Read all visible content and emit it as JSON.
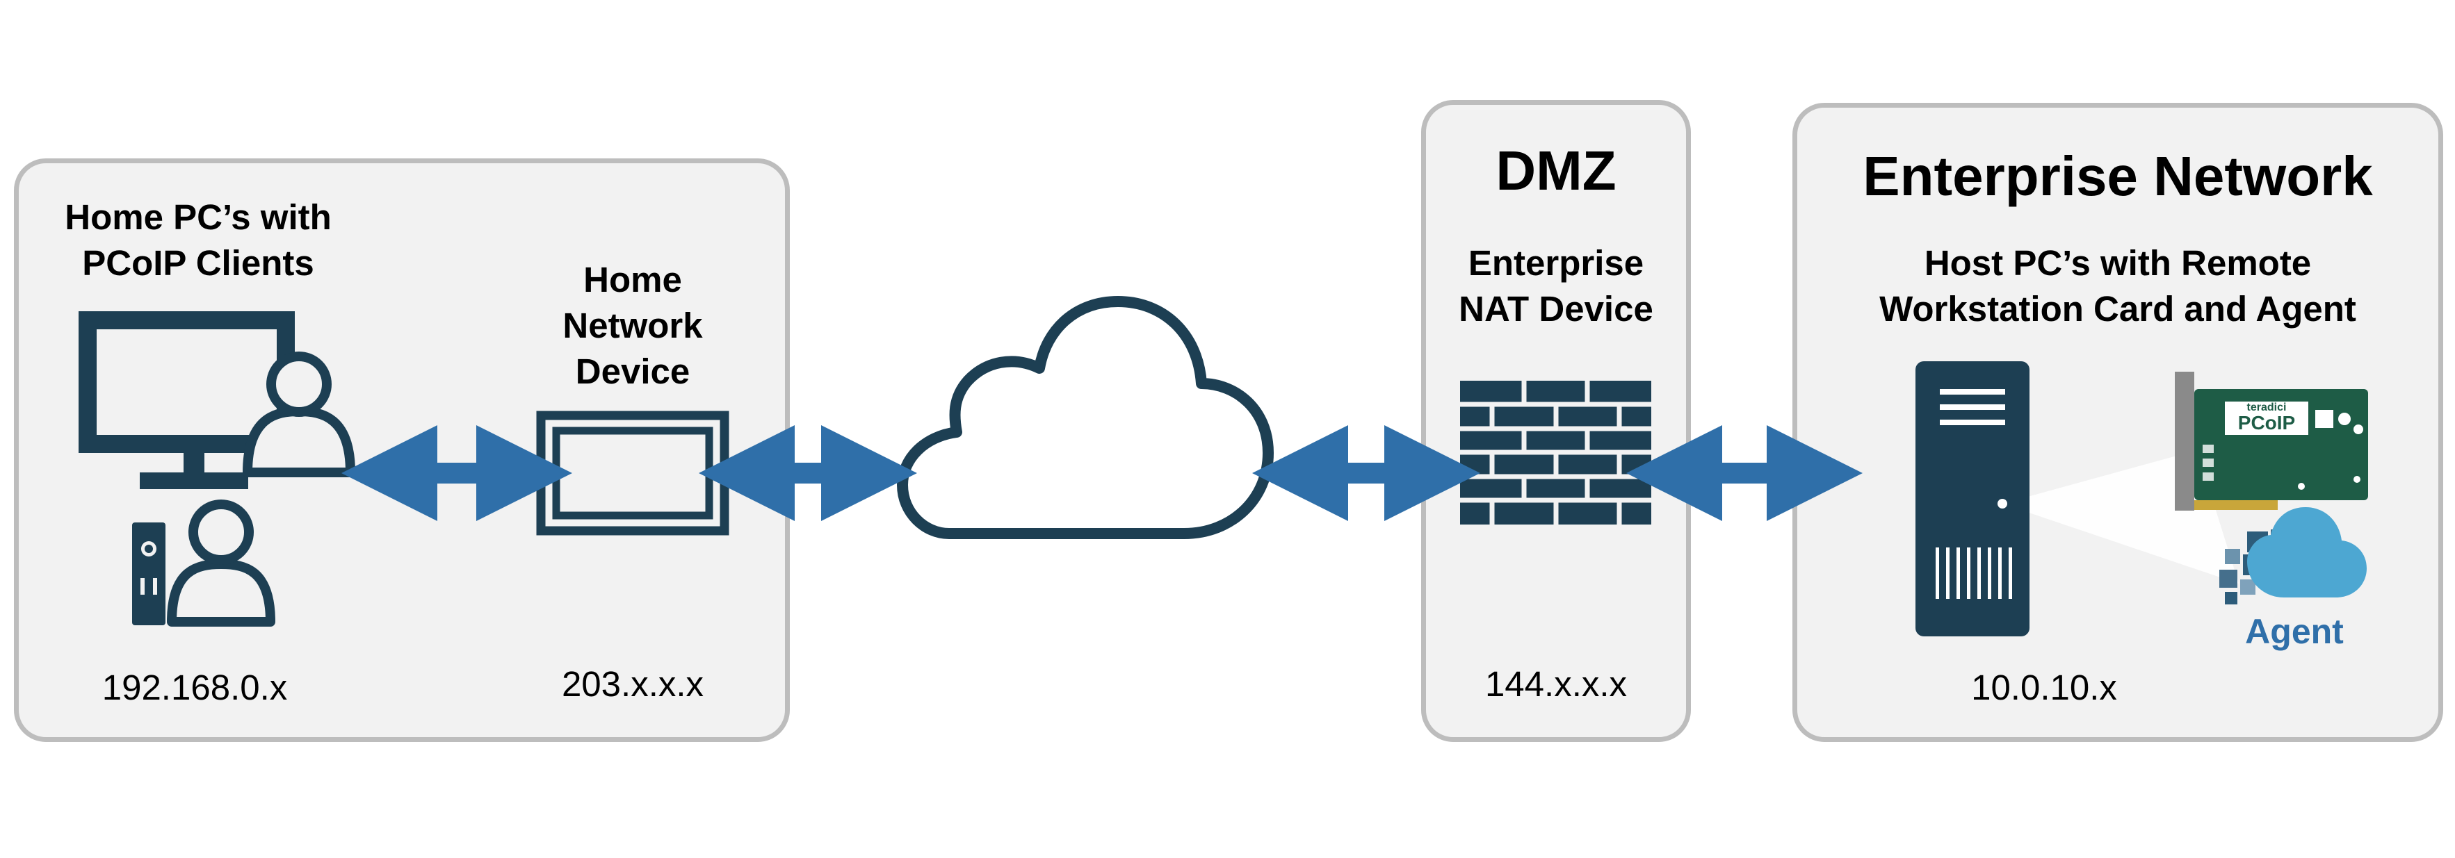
{
  "colors": {
    "panel_fill": "#f2f2f2",
    "panel_border": "#bdbdbd",
    "icon_dark": "#1d3f53",
    "arrow_blue": "#2f6fa9",
    "agent_blue": "#2f6fa9",
    "card_green": "#1e5c46"
  },
  "home": {
    "title": "Home PC’s with\nPCoIP Clients",
    "ip": "192.168.0.x",
    "icons": [
      "monitor-icon",
      "user-icon",
      "desktop-tower-icon",
      "user-icon"
    ]
  },
  "home_network": {
    "title": "Home\nNetwork\nDevice",
    "ip": "203.x.x.x",
    "icon": "router-icon"
  },
  "internet": {
    "icon": "cloud-icon"
  },
  "dmz": {
    "heading": "DMZ",
    "title": "Enterprise\nNAT Device",
    "ip": "144.x.x.x",
    "icon": "firewall-icon"
  },
  "enterprise": {
    "heading": "Enterprise Network",
    "title": "Host PC’s with Remote\nWorkstation Card and Agent",
    "ip": "10.0.10.x",
    "card_brand": "teradici",
    "card_label": "PCoIP",
    "agent_label": "Agent",
    "icons": [
      "server-tower-icon",
      "pcoip-card-icon",
      "agent-cloud-icon"
    ]
  }
}
